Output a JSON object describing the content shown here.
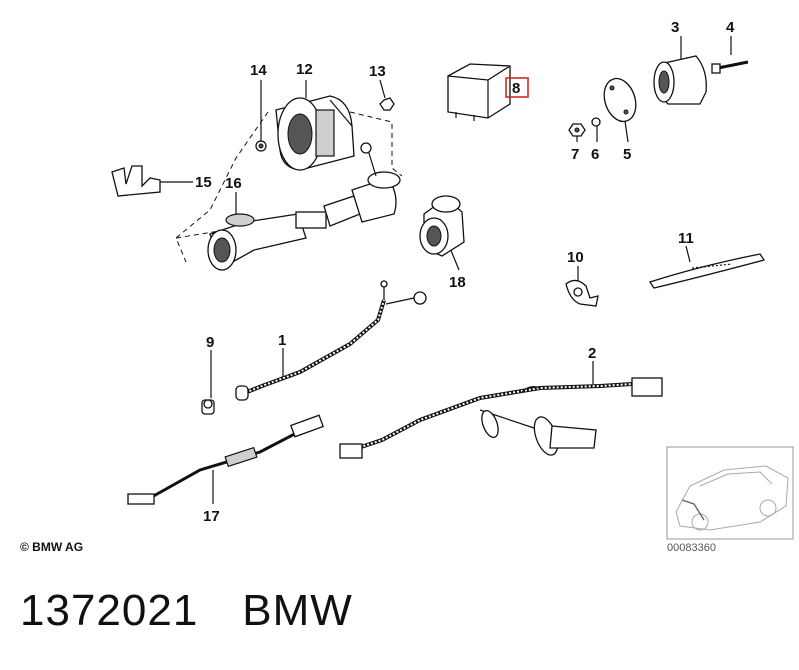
{
  "callouts": [
    "14",
    "12",
    "13",
    "8",
    "3",
    "4",
    "7",
    "6",
    "5",
    "15",
    "16",
    "18",
    "10",
    "11",
    "9",
    "1",
    "2",
    "17"
  ],
  "copyright": "© BMW AG",
  "diagram_id": "00083360",
  "footer": {
    "part_number": "1372021",
    "brand": "BMW"
  }
}
